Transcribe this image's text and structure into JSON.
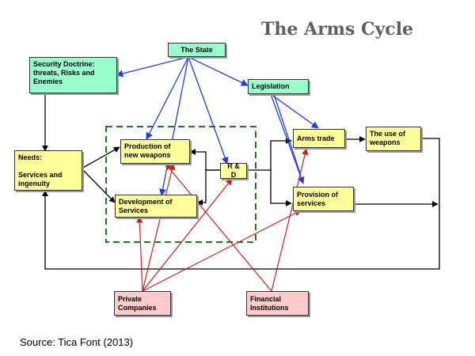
{
  "title": "The Arms Cycle",
  "colors": {
    "state_arrows": "#1f3de6",
    "influence_arrows": "#cc1f1f",
    "cycle_arrows": "#000000",
    "box_yellow": "#ffff99",
    "box_green": "#99ffcc",
    "box_pink": "#ffcccc",
    "industry_border": "#1e7a1e"
  },
  "nodes": {
    "state": "The State",
    "security_doctrine": "Security Doctrine:\nthreats, Risks and\nEnemies",
    "legislation": "Legislation",
    "needs": "Needs:\n\nServices and\ningenuity",
    "production": "Production of\nnew weapons",
    "development": "Development of\nServices",
    "rnd": "R & D",
    "arms_trade": "Arms trade",
    "use_of_weapons": "The use of\nweapons",
    "provision": "Provision of\nservices",
    "private_companies": "Private\nCompanies",
    "financial_institutions": "Financial\nInstitutions"
  },
  "source": "Source: Tica Font (2013)"
}
